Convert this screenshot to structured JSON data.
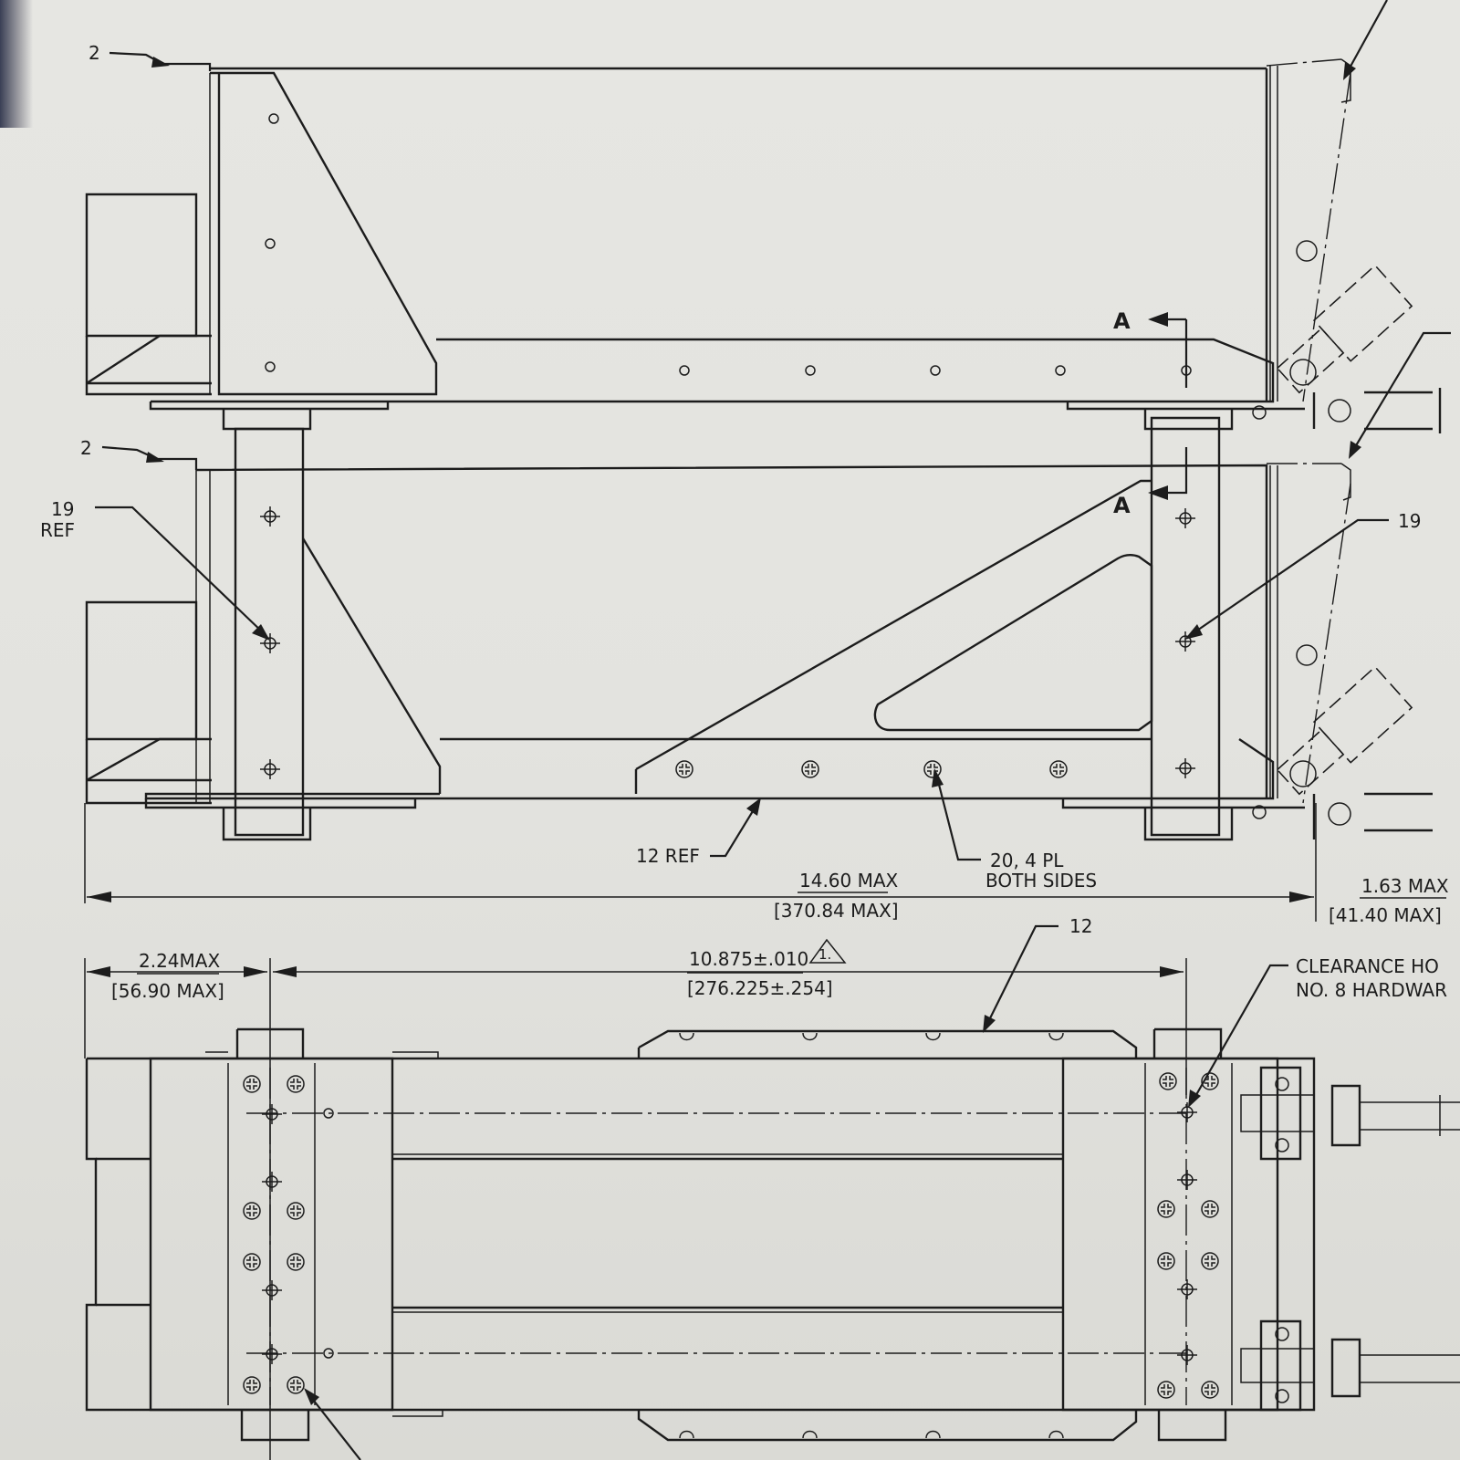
{
  "callouts": {
    "item2_top": "2",
    "item2_mid": "2",
    "item19_ref": "19",
    "ref": "REF",
    "item19_right": "19",
    "item12_ref": "12 REF",
    "item20": "20, 4 PL",
    "both_sides": "BOTH SIDES",
    "item12_bottom": "12",
    "clearance_line1": "CLEARANCE HO",
    "clearance_line2": "NO. 8 HARDWAR"
  },
  "section": {
    "top_label": "A",
    "bottom_label": "A"
  },
  "dimensions": {
    "overall_in": "14.60 MAX",
    "overall_mm": "[370.84 MAX]",
    "right_in": "1.63 MAX",
    "right_mm": "[41.40 MAX]",
    "left_in": "2.24MAX",
    "left_mm": "[56.90 MAX]",
    "center_in": "10.875±.010",
    "center_mm": "[276.225±.254]",
    "note_flag": "1."
  }
}
